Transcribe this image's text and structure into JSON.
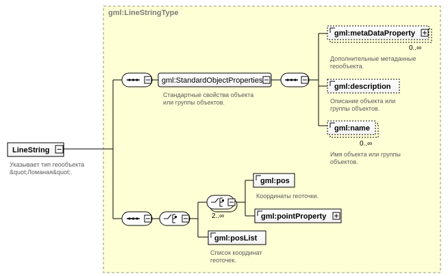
{
  "type_box": {
    "title": "gml:LineStringType",
    "fill": "#ffffd6",
    "border": "#9a9a6a"
  },
  "root": {
    "name": "LineString",
    "doc_lines": [
      "Указывает тип геообъекта",
      "&quot;Ломаная&quot;."
    ]
  },
  "standard_group": {
    "name": "gml:StandardObjectProperties",
    "doc_lines": [
      "Стандартные свойства объекта",
      "или группы объектов."
    ]
  },
  "elements": {
    "meta": {
      "name": "gml:metaDataProperty",
      "occurs": "0..∞",
      "doc_lines": [
        "Дополнительные метаданные",
        "геообъекта."
      ]
    },
    "desc": {
      "name": "gml:description",
      "doc_lines": [
        "Описание объекта или",
        "группы объектов."
      ]
    },
    "nm": {
      "name": "gml:name",
      "occurs": "0..∞",
      "doc_lines": [
        "Имя объекта или группы",
        "объектов."
      ]
    },
    "pos": {
      "name": "gml:pos",
      "doc_lines": [
        "Координаты геоточки."
      ]
    },
    "pp": {
      "name": "gml:pointProperty",
      "doc_lines": []
    },
    "pl": {
      "name": "gml:posList",
      "doc_lines": [
        "Список координат",
        "геоточек."
      ]
    }
  },
  "choice_inner_occurs": "2..∞"
}
